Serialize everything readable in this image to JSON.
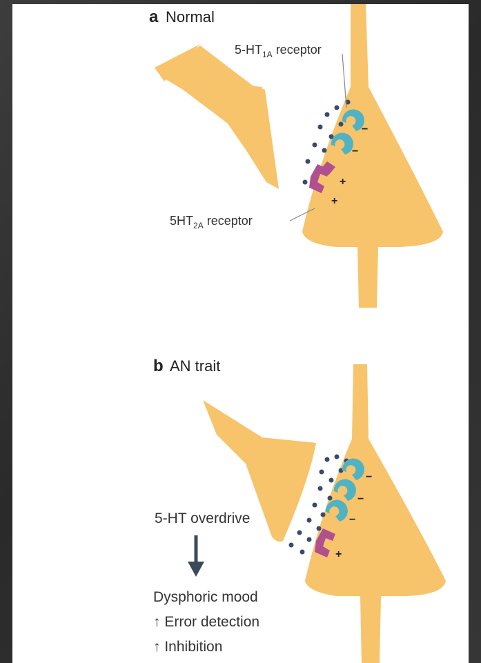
{
  "panel_a": {
    "letter": "a",
    "title": "Normal",
    "receptor_1a": {
      "prefix": "5-HT",
      "subscript": "1A",
      "suffix": " receptor"
    },
    "receptor_2a": {
      "prefix": "5HT",
      "subscript": "2A",
      "suffix": " receptor"
    },
    "signs": [
      "−",
      "−",
      "+",
      "+"
    ]
  },
  "panel_b": {
    "letter": "b",
    "title": "AN trait",
    "overdrive_label": "5-HT overdrive",
    "effects": [
      "Dysphoric mood",
      "↑ Error detection",
      "↑ Inhibition"
    ],
    "signs": [
      "−",
      "−",
      "−",
      "+"
    ]
  },
  "colors": {
    "neuron": "#f7c36b",
    "receptor_1a": "#4fb3c3",
    "receptor_2a": "#b0508f",
    "serotonin_dot": "#3a4a6a",
    "arrow": "#3a4a5a"
  }
}
